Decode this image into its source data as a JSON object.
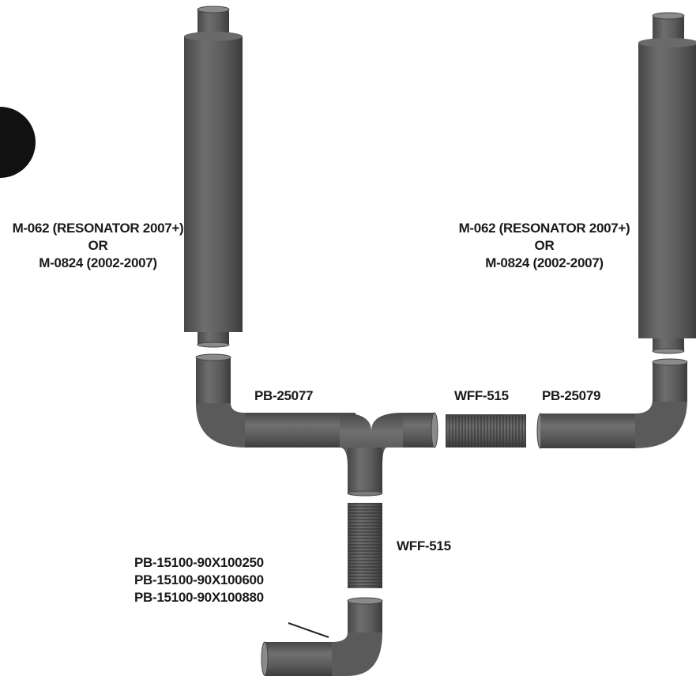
{
  "parts": {
    "left_muffler": {
      "line1": "M-062 (RESONATOR 2007+)",
      "line2": "OR",
      "line3": "M-0824 (2002-2007)"
    },
    "right_muffler": {
      "line1": "M-062 (RESONATOR 2007+)",
      "line2": "OR",
      "line3": "M-0824 (2002-2007)"
    },
    "tee_pipe": "PB-25077",
    "flex_top": "WFF-515",
    "right_elbow": "PB-25079",
    "flex_bottom": "WFF-515",
    "bottom_elbow_options": [
      "PB-15100-90X100250",
      "PB-15100-90X100600",
      "PB-15100-90X100880"
    ]
  },
  "colors": {
    "pipe": "#5c5c5c",
    "pipe_highlight": "#7a7a7a",
    "pipe_shadow": "#3f3f3f",
    "label": "#1a1a1a"
  }
}
